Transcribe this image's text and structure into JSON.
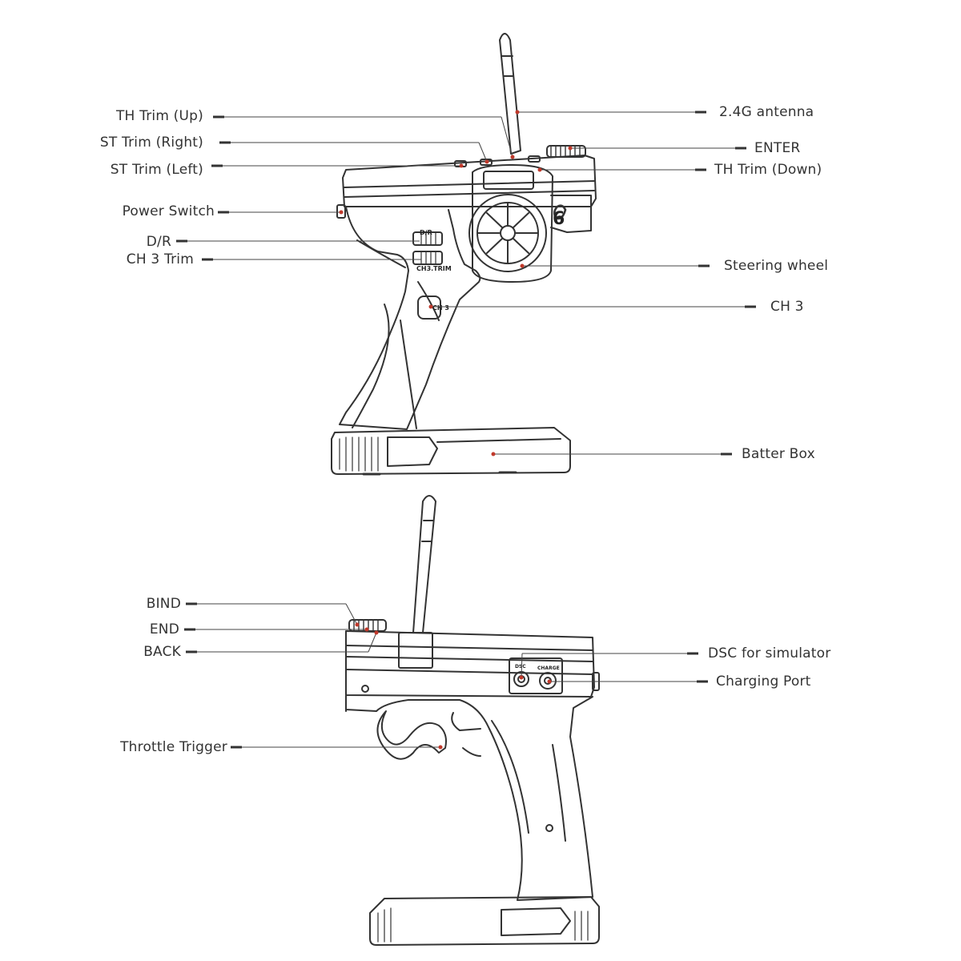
{
  "colors": {
    "line": "#333333",
    "leader": "#444444",
    "marker": "#c0392b",
    "text": "#333333"
  },
  "front_view": {
    "labels": {
      "th_trim_up": "TH Trim (Up)",
      "st_trim_right": "ST Trim (Right)",
      "st_trim_left": "ST Trim (Left)",
      "power_switch": "Power Switch",
      "dr": "D/R",
      "ch3_trim": "CH 3 Trim",
      "antenna": "2.4G  antenna",
      "enter": "ENTER",
      "th_trim_down": "TH Trim (Down)",
      "steering_wheel": "Steering wheel",
      "ch3": "CH 3",
      "battery_box": "Batter Box"
    },
    "body_marks": {
      "dr": "D/R",
      "ch3_trim": "CH3.TRIM",
      "ch3": "CH 3",
      "model_number": "6"
    }
  },
  "back_view": {
    "labels": {
      "bind": "BIND",
      "end": "END",
      "back": "BACK",
      "dsc": "DSC for simulator",
      "charging_port": "Charging Port",
      "throttle_trigger": "Throttle Trigger"
    },
    "body_marks": {
      "dsc": "DSC",
      "charge": "CHARGE"
    }
  }
}
